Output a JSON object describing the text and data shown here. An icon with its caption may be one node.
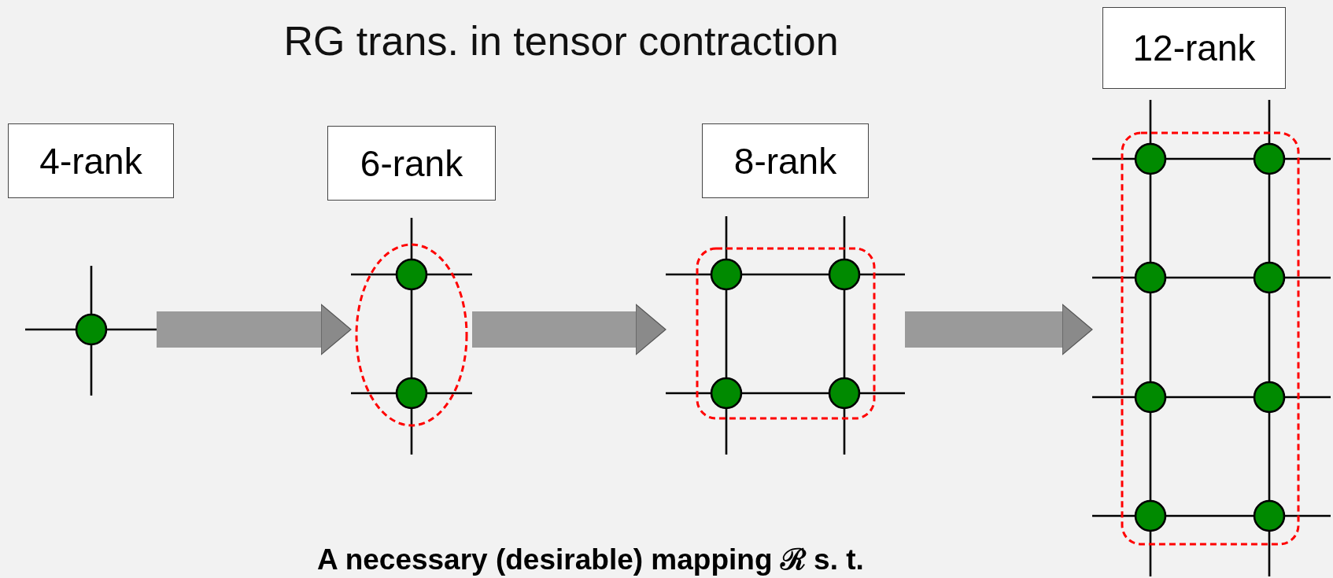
{
  "diagram": {
    "title": "RG trans. in tensor contraction",
    "nodes": [
      {
        "text": [
          "4-rank"
        ]
      },
      {
        "text": [],
        "shape": "picture"
      },
      {
        "text": [
          "6-rank"
        ]
      },
      {
        "text": [],
        "shape": "picture"
      },
      {
        "text": [
          "8-rank"
        ]
      },
      {
        "text": [],
        "shape": "picture"
      },
      {
        "text": [
          "12-rank"
        ]
      },
      {
        "text": [],
        "shape": "picture"
      }
    ],
    "edges": [
      {
        "from": 1,
        "to": 3,
        "arrow": "to"
      },
      {
        "from": 3,
        "to": 5,
        "arrow": "to"
      },
      {
        "from": 5,
        "to": 7,
        "arrow": "to"
      }
    ],
    "labels": [
      "A necessary (desirable) mapping ℛ s. t."
    ]
  }
}
